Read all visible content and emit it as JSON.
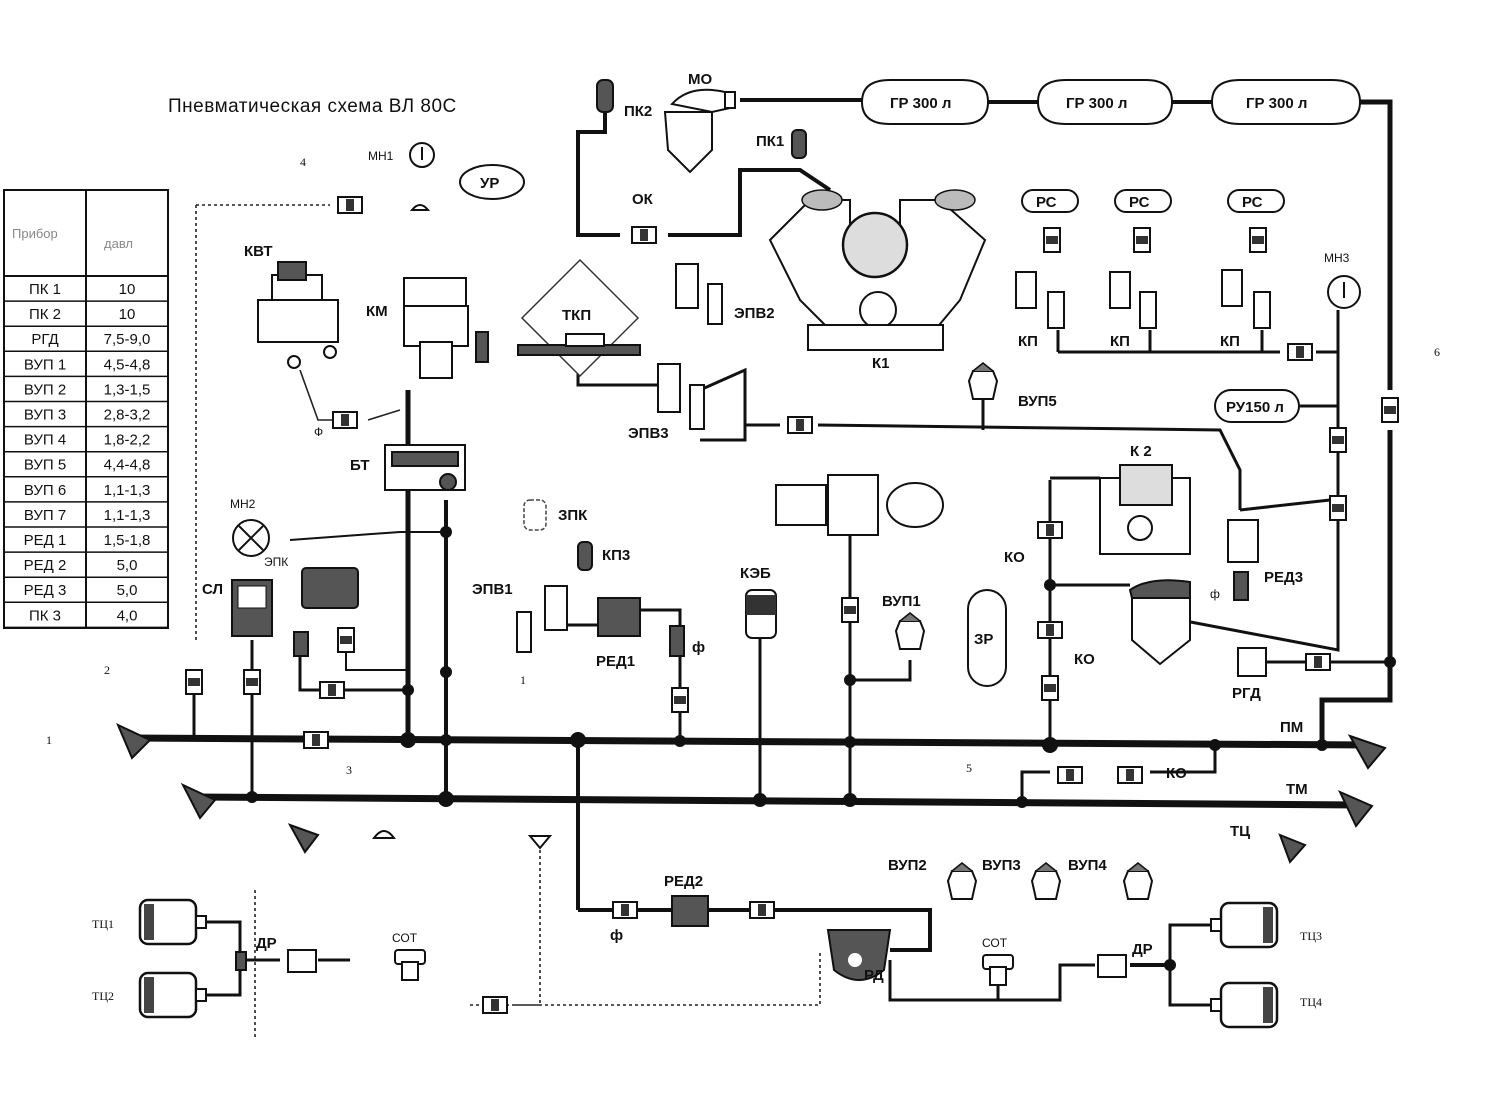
{
  "title": "Пневматическая схема  ВЛ 80С",
  "table": {
    "headers": [
      "Прибор",
      "давл"
    ],
    "rows": [
      [
        "ПК 1",
        "10"
      ],
      [
        "ПК 2",
        "10"
      ],
      [
        "РГД",
        "7,5-9,0"
      ],
      [
        "ВУП 1",
        "4,5-4,8"
      ],
      [
        "ВУП 2",
        "1,3-1,5"
      ],
      [
        "ВУП 3",
        "2,8-3,2"
      ],
      [
        "ВУП 4",
        "1,8-2,2"
      ],
      [
        "ВУП 5",
        "4,4-4,8"
      ],
      [
        "ВУП 6",
        "1,1-1,3"
      ],
      [
        "ВУП 7",
        "1,1-1,3"
      ],
      [
        "РЕД 1",
        "1,5-1,8"
      ],
      [
        "РЕД 2",
        "5,0"
      ],
      [
        "РЕД 3",
        "5,0"
      ],
      [
        "ПК 3",
        "4,0"
      ]
    ]
  },
  "labels": {
    "mo": "МО",
    "pk2": "ПК2",
    "pk1": "ПК1",
    "ok": "ОК",
    "gr1": "ГР 300 л",
    "gr2": "ГР 300 л",
    "gr3": "ГР 300 л",
    "mn1": "МН1",
    "ur": "УР",
    "kvt": "КВТ",
    "km": "КМ",
    "tkp": "ТКП",
    "epv2": "ЭПВ2",
    "k1": "К1",
    "rs1": "РС",
    "rs2": "РС",
    "rs3": "РС",
    "mn3": "МН3",
    "kp1": "КП",
    "kp2": "КП",
    "kp3": "КП",
    "epv3": "ЭПВ3",
    "vup5": "ВУП5",
    "ru150": "РУ150 л",
    "f1": "Ф",
    "bt": "БТ",
    "mn2": "МН2",
    "epk": "ЭПК",
    "sl": "СЛ",
    "zpk": "ЗПК",
    "kp3v": "КП3",
    "epv1": "ЭПВ1",
    "red1": "РЕД1",
    "f2": "ф",
    "keb": "КЭБ",
    "vup1": "ВУП1",
    "zr": "ЗР",
    "k2": "К 2",
    "ko1": "КО",
    "ko2": "КО",
    "red3": "РЕД3",
    "f3": "ф",
    "rgd": "РГД",
    "pm": "ПМ",
    "tm": "ТМ",
    "ko3": "КО",
    "tc": "ТЦ",
    "vup2": "ВУП2",
    "vup3": "ВУП3",
    "vup4": "ВУП4",
    "red2": "РЕД2",
    "f4": "ф",
    "rd": "РД",
    "sot1": "СОТ",
    "sot2": "СОТ",
    "dr1": "ДР",
    "dr2": "ДР",
    "tc1": "ТЦ1",
    "tc2": "ТЦ2",
    "tc3": "ТЦ3",
    "tc4": "ТЦ4",
    "n1": "1",
    "n2": "2",
    "n3": "3",
    "n4": "4",
    "n5": "5",
    "n6": "6",
    "n1b": "1"
  }
}
